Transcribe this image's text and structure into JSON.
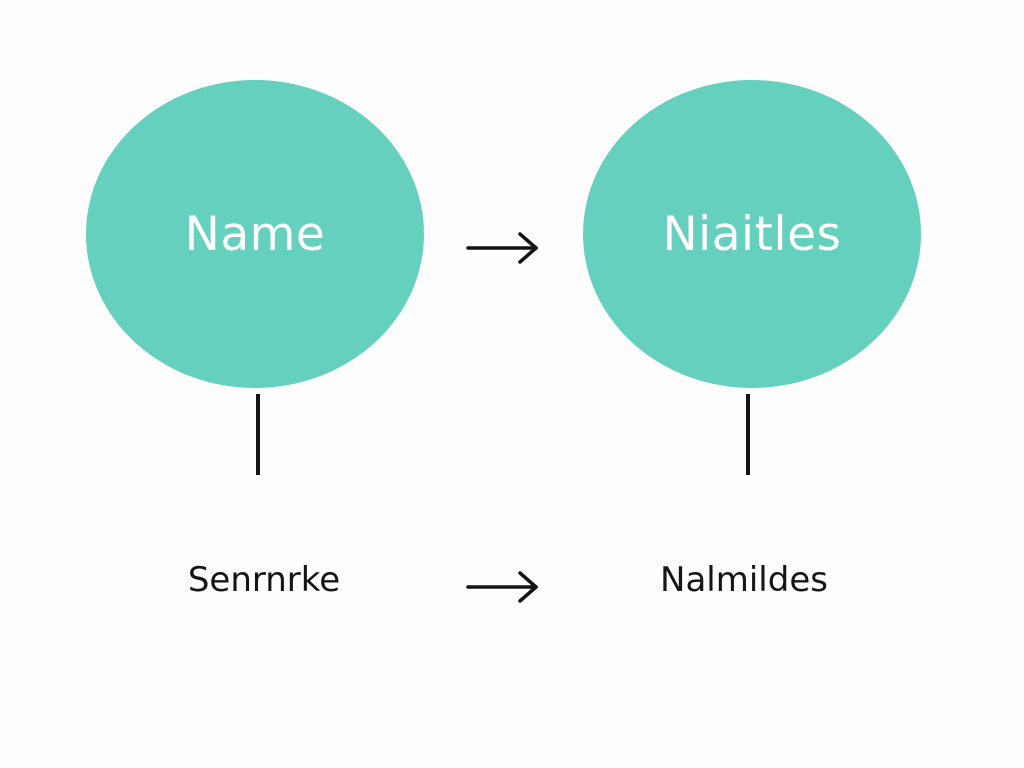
{
  "nodes": {
    "left": {
      "label": "Name",
      "caption": "Senrnrke"
    },
    "right": {
      "label": "Niaitles",
      "caption": "Nalmildes"
    }
  },
  "colors": {
    "node_fill": "#66d0bf",
    "node_text": "#ffffff",
    "line": "#141414",
    "caption_text": "#151515",
    "background": "#fdfdfd"
  },
  "icons": {
    "top_arrow": "arrow-right-icon",
    "bottom_arrow": "arrow-right-icon"
  }
}
